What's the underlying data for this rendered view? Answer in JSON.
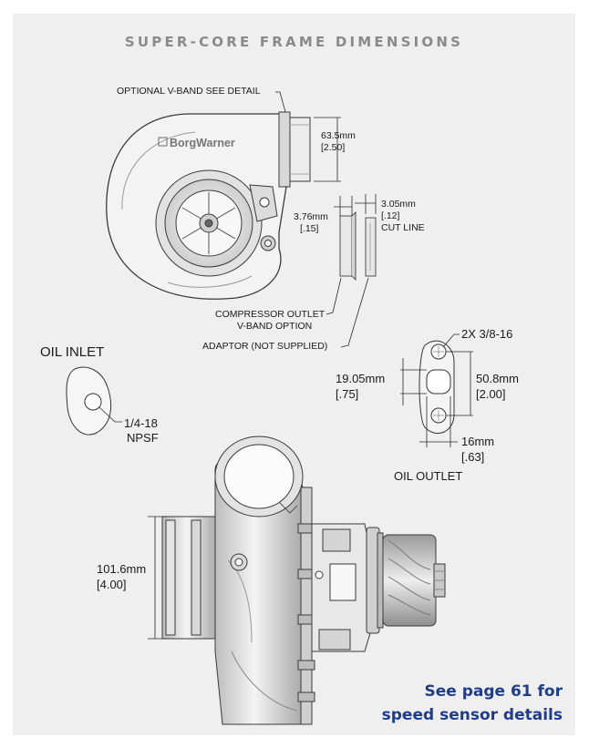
{
  "title": "SUPER-CORE FRAME DIMENSIONS",
  "brand": "BorgWarner",
  "labels": {
    "optional_vband": "OPTIONAL V-BAND SEE DETAIL",
    "dim_outlet_mm": "63.5mm",
    "dim_outlet_in": "[2.50]",
    "dim_376_mm": "3.76mm",
    "dim_376_in": "[.15]",
    "dim_305_mm": "3.05mm",
    "dim_305_in": "[.12]",
    "cut_line": "CUT LINE",
    "compressor_outlet_1": "COMPRESSOR OUTLET",
    "compressor_outlet_2": "V-BAND OPTION",
    "adaptor": "ADAPTOR (NOT SUPPLIED)",
    "oil_inlet": "OIL INLET",
    "npsf_1": "1/4-18",
    "npsf_2": "NPSF",
    "bolt": "2X 3/8-16",
    "dim_1905_mm": "19.05mm",
    "dim_1905_in": "[.75]",
    "dim_508_mm": "50.8mm",
    "dim_508_in": "[2.00]",
    "dim_16_mm": "16mm",
    "dim_16_in": "[.63]",
    "oil_outlet": "OIL OUTLET",
    "dim_1016_mm": "101.6mm",
    "dim_1016_in": "[4.00]"
  },
  "note": {
    "line1": "See page 61 for",
    "line2": "speed sensor details"
  },
  "colors": {
    "panel": "#efefef",
    "title": "#8a8a8a",
    "note": "#1f3d8c",
    "line": "#2a2a2a"
  }
}
